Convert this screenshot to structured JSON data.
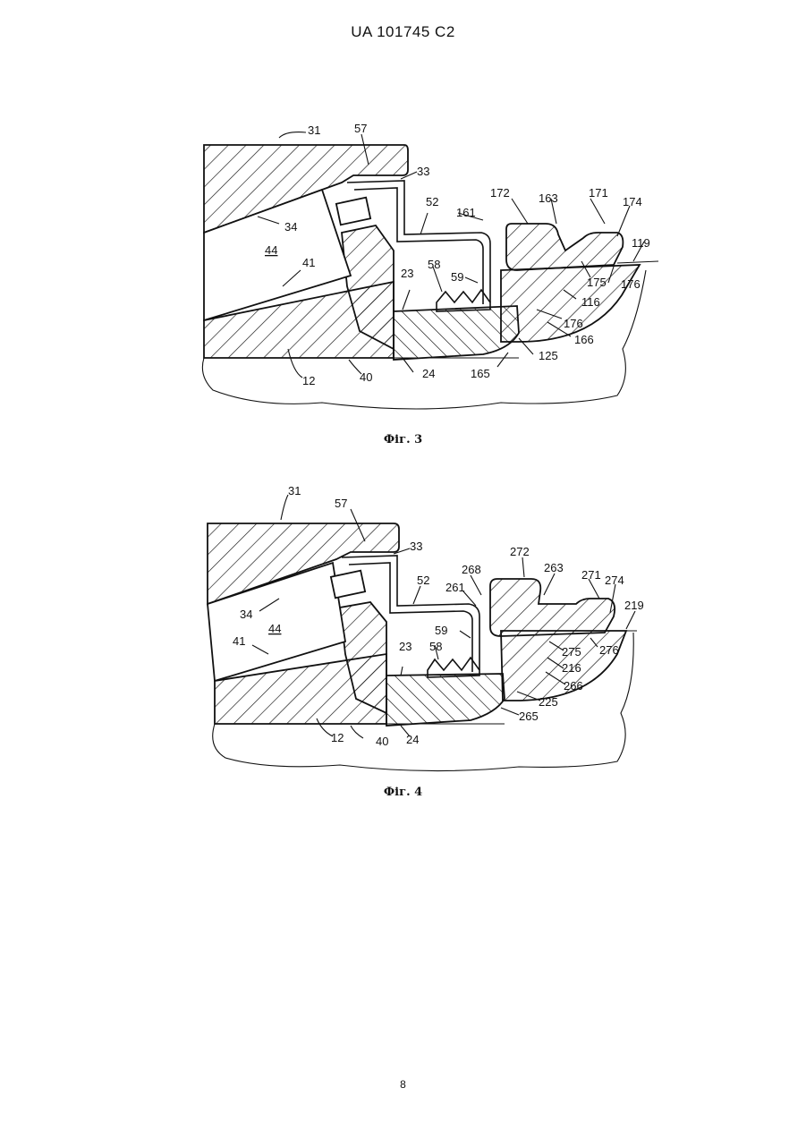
{
  "document": {
    "header": "UA   101745   C2",
    "page_number": "8"
  },
  "figures": [
    {
      "caption": "Фіг. 3",
      "labels": {
        "l31": "31",
        "l57": "57",
        "l33": "33",
        "l34": "34",
        "l44": "44",
        "l41": "41",
        "l52": "52",
        "l161": "161",
        "l172": "172",
        "l163": "163",
        "l171": "171",
        "l174": "174",
        "l119": "119",
        "l58": "58",
        "l59": "59",
        "l23": "23",
        "l175": "175",
        "l176a": "176",
        "l116": "116",
        "l176b": "176",
        "l166": "166",
        "l125": "125",
        "l165": "165",
        "l24": "24",
        "l40": "40",
        "l12": "12"
      }
    },
    {
      "caption": "Фіг. 4",
      "labels": {
        "l31": "31",
        "l57": "57",
        "l33": "33",
        "l34": "34",
        "l44": "44",
        "l41": "41",
        "l52": "52",
        "l268": "268",
        "l272": "272",
        "l263": "263",
        "l271": "271",
        "l274": "274",
        "l219": "219",
        "l261": "261",
        "l59": "59",
        "l58": "58",
        "l23": "23",
        "l275": "275",
        "l276": "276",
        "l216": "216",
        "l266": "266",
        "l225": "225",
        "l265": "265",
        "l24": "24",
        "l40": "40",
        "l12": "12"
      }
    }
  ]
}
